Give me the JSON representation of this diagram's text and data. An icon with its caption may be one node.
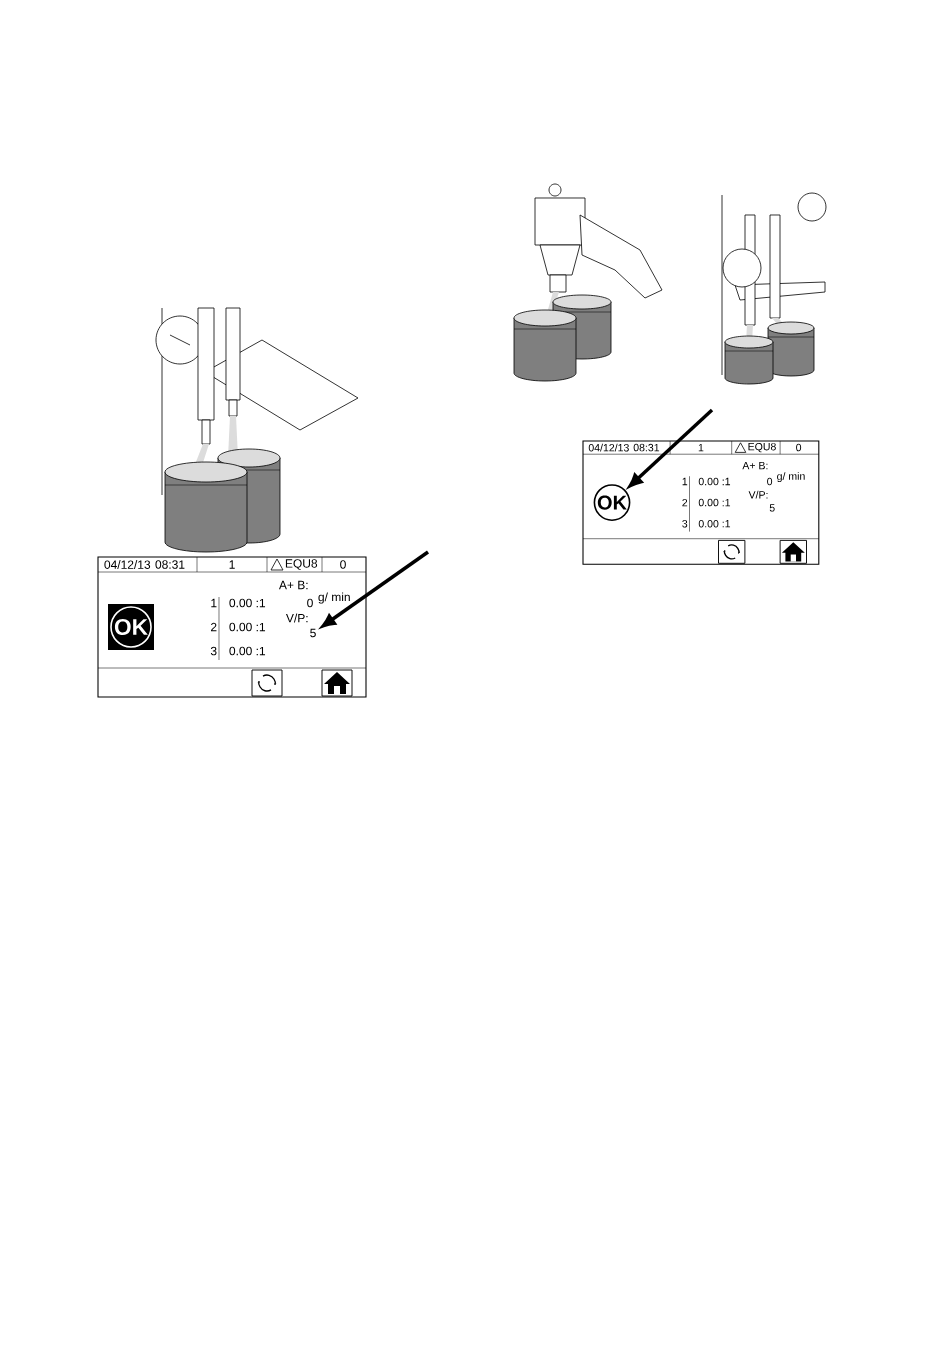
{
  "diagram": {
    "nodes": [
      {
        "text": [
          "OK"
        ]
      },
      {
        "text": [
          "5"
        ]
      },
      {
        "text": [
          "OK"
        ]
      }
    ],
    "edges": [
      {
        "from": null,
        "to": 1,
        "arrow": "to"
      },
      {
        "from": null,
        "to": 2,
        "arrow": "to"
      }
    ],
    "labels": [
      "04/12/13",
      "08:31",
      "1",
      "EQU8",
      "0",
      "A+ B:",
      "0",
      "g/ min",
      "1",
      "0.00 :1",
      "V/P:",
      "2",
      "0.00 :1",
      "3",
      "0.00 :1",
      "04/12/13",
      "08:31",
      "1",
      "EQU8",
      "0",
      "A+ B:",
      "0",
      "g/ min",
      "1",
      "0.00 :1",
      "V/P:",
      "2",
      "0.00 :1",
      "5",
      "3",
      "0.00 :1"
    ]
  }
}
